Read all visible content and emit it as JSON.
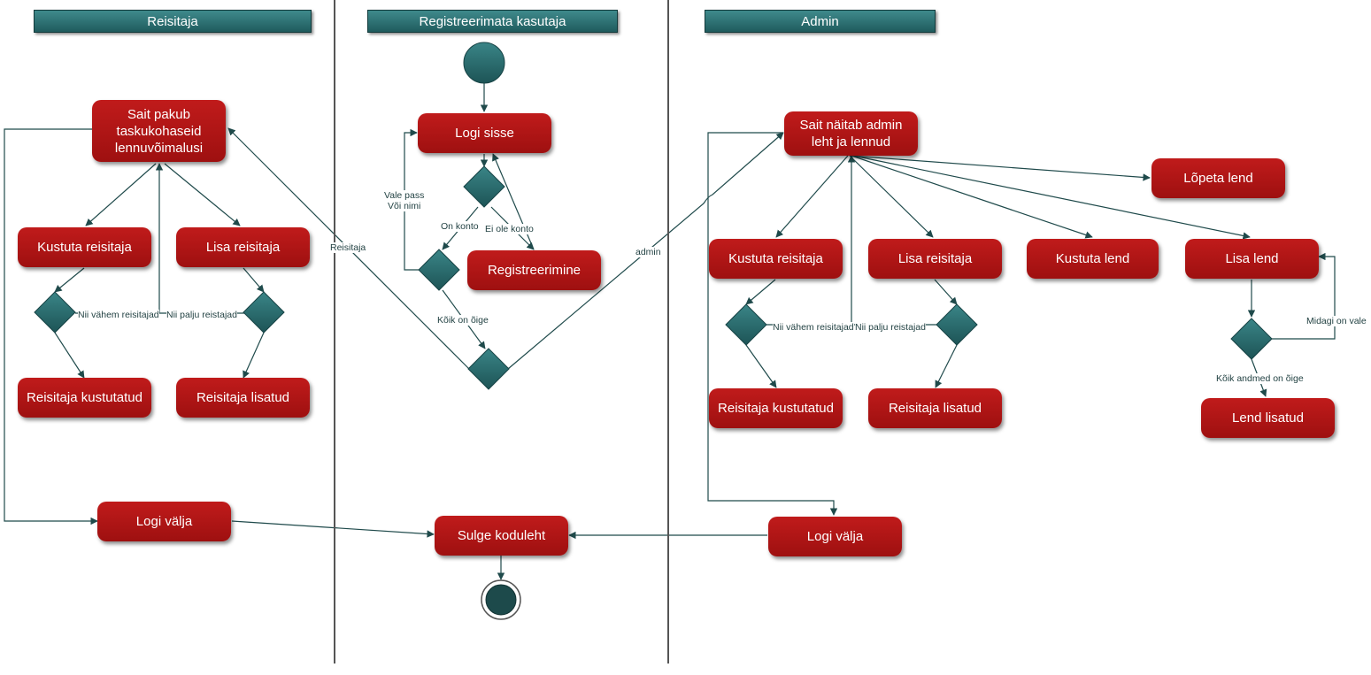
{
  "lanes": [
    {
      "name": "Reisitaja"
    },
    {
      "name": "Registreerimata kasutaja"
    },
    {
      "name": "Admin"
    }
  ],
  "actions": {
    "r_sait": "Sait pakub\ntaskukohaseid\nlennuvõimalusi",
    "r_kustuta": "Kustuta reisitaja",
    "r_lisa": "Lisa reisitaja",
    "r_kustutatud": "Reisitaja kustutatud",
    "r_lisatud": "Reisitaja lisatud",
    "r_logi_valja": "Logi välja",
    "u_logi_sisse": "Logi sisse",
    "u_registreerimine": "Registreerimine",
    "u_sulge": "Sulge koduleht",
    "a_sait": "Sait näitab admin\nleht ja lennud",
    "a_lopeta": "Lõpeta lend",
    "a_kustuta_reisitaja": "Kustuta reisitaja",
    "a_lisa_reisitaja": "Lisa reisitaja",
    "a_kustuta_lend": "Kustuta lend",
    "a_lisa_lend": "Lisa lend",
    "a_kustutatud": "Reisitaja kustutatud",
    "a_lisatud": "Reisitaja lisatud",
    "a_lend_lisatud": "Lend lisatud",
    "a_logi_valja": "Logi välja"
  },
  "labels": {
    "vale_pass": "Vale pass\nVõi nimi",
    "on_konto": "On konto",
    "ei_ole_konto": "Ei ole konto",
    "koik_on_oige": "Kõik on õige",
    "reisitaja": "Reisitaja",
    "admin": "admin",
    "r_nii_vahem": "Nii vähem reisitajad",
    "r_nii_palju": "Nii palju reistajad",
    "a_nii_vahem": "Nii vähem reisitajad",
    "a_nii_palju": "Nii palju reistajad",
    "midagi_on_vale": "Midagi on vale",
    "koik_andmed": "Kõik andmed on õige"
  },
  "colors": {
    "action_fill": "#b01515",
    "decision_fill": "#2a6a6c",
    "header_fill": "#2e7274",
    "edge": "#1f4a4b"
  }
}
